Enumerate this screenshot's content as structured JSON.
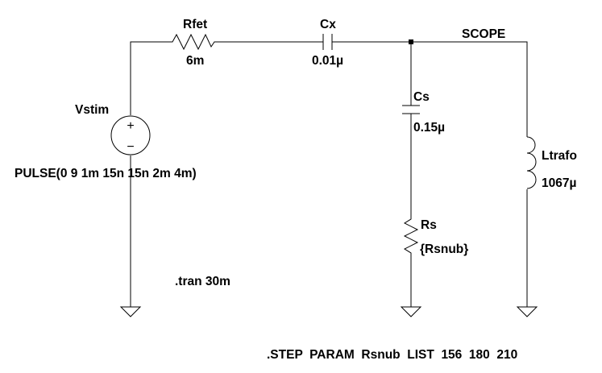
{
  "components": {
    "rfet": {
      "name": "Rfet",
      "value": "6m"
    },
    "cx": {
      "name": "Cx",
      "value": "0.01µ"
    },
    "cs": {
      "name": "Cs",
      "value": "0.15µ"
    },
    "rs": {
      "name": "Rs",
      "value": "{Rsnub}"
    },
    "ltrafo": {
      "name": "Ltrafo",
      "value": "1067µ"
    },
    "vstim": {
      "name": "Vstim",
      "value": "PULSE(0 9 1m 15n 15n 2m 4m)"
    }
  },
  "net_labels": {
    "scope": "SCOPE"
  },
  "directives": {
    "tran": ".tran 30m",
    "step": ".STEP  PARAM  Rsnub  LIST  156  180  210"
  },
  "source_symbols": {
    "plus": "+",
    "minus": "−"
  }
}
